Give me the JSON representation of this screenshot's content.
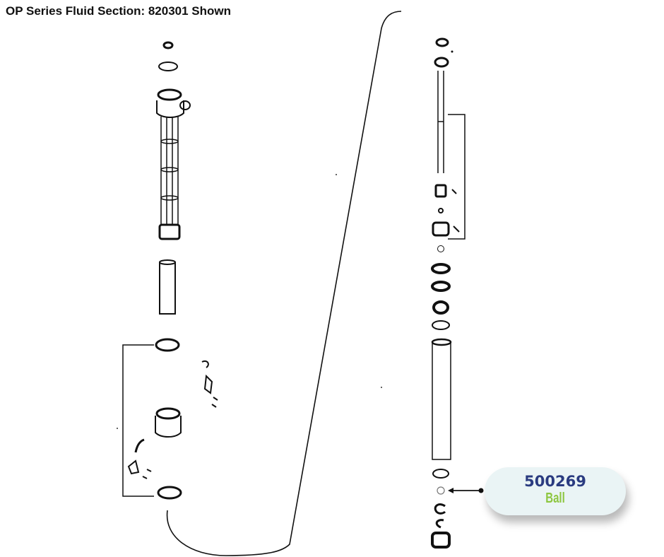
{
  "title": "OP Series Fluid Section: 820301 Shown",
  "callout": {
    "part_number": "500269",
    "part_name": "Ball",
    "colors": {
      "background": "#eaf4f5",
      "part_number": "#2a3b80",
      "part_name": "#8dc63f"
    }
  }
}
